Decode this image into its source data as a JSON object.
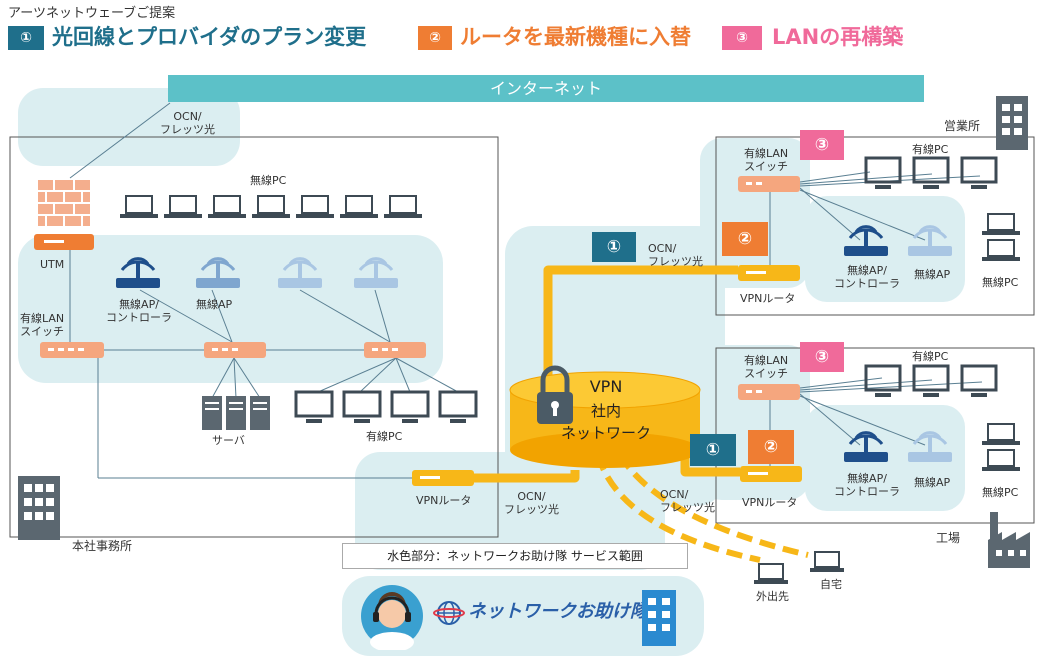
{
  "header": {
    "supertitle": "アーツネットウェーブご提案",
    "plans": [
      {
        "num": "①",
        "text": "光回線とプロバイダのプラン変更",
        "color": "#1f6f8b"
      },
      {
        "num": "②",
        "text": "ルータを最新機種に入替",
        "color": "#ef7d33"
      },
      {
        "num": "③",
        "text": "LANの再構築",
        "color": "#f06a9a"
      }
    ]
  },
  "internet": "インターネット",
  "hq": {
    "name": "本社事務所",
    "ocn": "OCN/\nフレッツ光",
    "utm": "UTM",
    "switch": "有線LAN\nスイッチ",
    "wireless_pc": "無線PC",
    "ap_controller": "無線AP/\nコントローラ",
    "ap": "無線AP",
    "server": "サーバ",
    "wired_pc": "有線PC",
    "vpn_router": "VPNルータ",
    "vpn_ocn": "OCN/\nフレッツ光"
  },
  "vpn": {
    "line1": "VPN",
    "line2": "社内",
    "line3": "ネットワーク"
  },
  "branch": {
    "name": "営業所",
    "badge1": "①",
    "badge2": "②",
    "badge3": "③",
    "ocn": "OCN/\nフレッツ光",
    "switch": "有線LAN\nスイッチ",
    "wired_pc": "有線PC",
    "ap_controller": "無線AP/\nコントローラ",
    "ap": "無線AP",
    "wireless_pc": "無線PC",
    "vpn_router": "VPNルータ"
  },
  "factory": {
    "name": "工場",
    "badge1": "①",
    "badge2": "②",
    "badge3": "③",
    "ocn": "OCN/\nフレッツ光",
    "switch": "有線LAN\nスイッチ",
    "wired_pc": "有線PC",
    "ap_controller": "無線AP/\nコントローラ",
    "ap": "無線AP",
    "wireless_pc": "無線PC",
    "vpn_router": "VPNルータ"
  },
  "remote": {
    "outside": "外出先",
    "home": "自宅"
  },
  "legend": "水色部分：ネットワークお助け隊 サービス範囲",
  "logo": "ネットワークお助け隊!"
}
